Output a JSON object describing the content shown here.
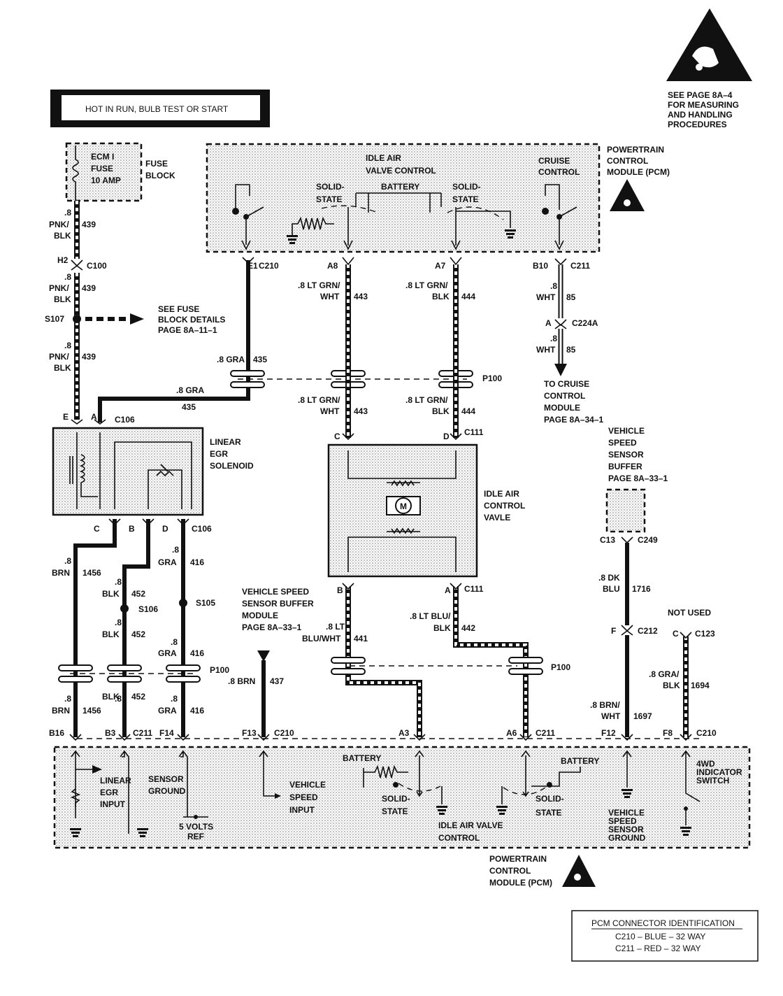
{
  "hot_box": "HOT IN RUN, BULB TEST OR START",
  "esd_note": [
    "SEE PAGE 8A–4",
    "FOR MEASURING",
    "AND HANDLING",
    "PROCEDURES"
  ],
  "fuse": {
    "lines": [
      "ECM I",
      "FUSE",
      "10 AMP"
    ],
    "block": [
      "FUSE",
      "BLOCK"
    ]
  },
  "pcm_top": {
    "label": [
      "POWERTRAIN",
      "CONTROL",
      "MODULE (PCM)"
    ],
    "iac": [
      "IDLE AIR",
      "VALVE CONTROL"
    ],
    "cruise": [
      "CRUISE",
      "CONTROL"
    ],
    "solid_state_left": [
      "SOLID-",
      "STATE"
    ],
    "battery": "BATTERY",
    "solid_state_right": [
      "SOLID-",
      "STATE"
    ]
  },
  "wires_left": {
    "w1": [
      ".8",
      "PNK/",
      "BLK",
      "439"
    ],
    "h2": "H2",
    "c100": "C100",
    "w2": [
      ".8",
      "PNK/",
      "BLK",
      "439"
    ],
    "s107": "S107",
    "fuse_details": [
      "SEE FUSE",
      "BLOCK DETAILS",
      "PAGE 8A–11–1"
    ],
    "w3": [
      ".8",
      "PNK/",
      "BLK",
      "439"
    ],
    "e": "E",
    "a": "A",
    "c106_top": "C106"
  },
  "gra435": {
    "e1": "E1",
    "c210": "C210",
    "w1": ".8 GRA",
    "n1": "435",
    "w2": ".8 GRA",
    "n2": "435"
  },
  "egr": {
    "label": [
      "LINEAR",
      "EGR",
      "SOLENOID"
    ],
    "c": "C",
    "b": "B",
    "d": "D",
    "c106": "C106"
  },
  "egr_wires": {
    "brn": [
      ".8",
      "BRN",
      "1456"
    ],
    "blk": [
      ".8",
      "BLK",
      "452"
    ],
    "gra": [
      ".8",
      "GRA",
      "416"
    ],
    "s106": "S106",
    "s105": "S105",
    "blk2": [
      ".8",
      "BLK",
      "452"
    ],
    "gra2": [
      ".8",
      "GRA",
      "416"
    ],
    "p100": "P100",
    "brn3": [
      ".8",
      "BRN",
      "1456"
    ],
    "blk3": [
      ".8",
      "BLK",
      "452"
    ],
    "gra3": [
      ".8",
      "GRA",
      "416"
    ]
  },
  "iac_wires": {
    "a8": "A8",
    "a7": "A7",
    "w443": [
      ".8 LT GRN/",
      "WHT",
      "443"
    ],
    "w444": [
      ".8 LT GRN/",
      "BLK",
      "444"
    ],
    "p100": "P100",
    "w443b": [
      ".8 LT GRN/",
      "WHT",
      "443"
    ],
    "w444b": [
      ".8 LT GRN/",
      "BLK",
      "444"
    ],
    "c": "C",
    "d": "D",
    "c111": "C111"
  },
  "iac_valve": {
    "label": [
      "IDLE AIR",
      "CONTROL",
      "VAVLE"
    ],
    "motor": "M",
    "b": "B",
    "a": "A",
    "c111": "C111"
  },
  "iac_lower": {
    "w441": [
      ".8 LT",
      "BLU/WHT",
      "441"
    ],
    "w442": [
      ".8 LT BLU/",
      "BLK",
      "442"
    ],
    "p100": "P100"
  },
  "cruise": {
    "b10": "B10",
    "c211": "C211",
    "w1": [
      ".8",
      "WHT",
      "85"
    ],
    "a": "A",
    "c224a": "C224A",
    "w2": [
      ".8",
      "WHT",
      "85"
    ],
    "to": [
      "TO CRUISE",
      "CONTROL",
      "MODULE",
      "PAGE 8A–34–1"
    ]
  },
  "vss_buffer": {
    "label": [
      "VEHICLE",
      "SPEED",
      "SENSOR",
      "BUFFER",
      "PAGE 8A–33–1"
    ],
    "c13": "C13",
    "c249": "C249",
    "w1": [
      ".8 DK",
      "BLU",
      "1716"
    ],
    "f": "F",
    "c212": "C212",
    "w2": [
      ".8 BRN/",
      "WHT",
      "1697"
    ]
  },
  "not_used": {
    "label": "NOT USED",
    "c": "C",
    "c123": "C123",
    "w": [
      ".8 GRA/",
      "BLK",
      "1694"
    ]
  },
  "vss_module": {
    "label": [
      "VEHICLE SPEED",
      "SENSOR BUFFER",
      "MODULE",
      "PAGE 8A–33–1"
    ],
    "w": ".8 BRN",
    "n": "437"
  },
  "pcm_bottom": {
    "pins": {
      "b16": "B16",
      "b3": "B3",
      "c211a": "C211",
      "f14": "F14",
      "f13": "F13",
      "c210a": "C210",
      "a3": "A3",
      "a6": "A6",
      "c211b": "C211",
      "f12": "F12",
      "f8": "F8",
      "c210b": "C210"
    },
    "linear_egr": [
      "LINEAR",
      "EGR",
      "INPUT"
    ],
    "sensor_ground": [
      "SENSOR",
      "GROUND"
    ],
    "five_volts": [
      "5 VOLTS",
      "REF"
    ],
    "vss_input": [
      "VEHICLE",
      "SPEED",
      "INPUT"
    ],
    "battery_l": "BATTERY",
    "battery_r": "BATTERY",
    "solid_l": [
      "SOLID-",
      "STATE"
    ],
    "solid_r": [
      "SOLID-",
      "STATE"
    ],
    "iac_control": [
      "IDLE AIR VALVE",
      "CONTROL"
    ],
    "vss_ground": [
      "VEHICLE",
      "SPEED",
      "SENSOR",
      "GROUND"
    ],
    "fourwd": [
      "4WD",
      "INDICATOR",
      "SWITCH"
    ],
    "label": [
      "POWERTRAIN",
      "CONTROL",
      "MODULE (PCM)"
    ]
  },
  "pcm_id": {
    "title": "PCM CONNECTOR IDENTIFICATION",
    "row1": "C210 – BLUE   – 32 WAY",
    "row2": "C211 – RED     – 32 WAY"
  }
}
